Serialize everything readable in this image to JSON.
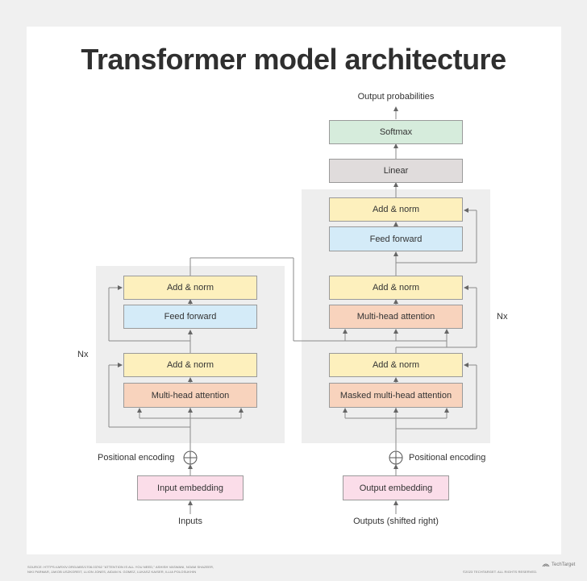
{
  "title": "Transformer model architecture",
  "encoder": {
    "add_norm_top": "Add & norm",
    "feed_forward": "Feed forward",
    "add_norm_bottom": "Add & norm",
    "attention": "Multi-head attention",
    "repeat": "Nx",
    "positional_encoding": "Positional encoding",
    "embedding": "Input embedding",
    "input": "Inputs"
  },
  "decoder": {
    "output": "Output probabilities",
    "softmax": "Softmax",
    "linear": "Linear",
    "add_norm_3": "Add & norm",
    "feed_forward": "Feed forward",
    "add_norm_2": "Add & norm",
    "attention": "Multi-head attention",
    "add_norm_1": "Add & norm",
    "masked_attention": "Masked multi-head attention",
    "repeat": "Nx",
    "positional_encoding": "Positional encoding",
    "embedding": "Output embedding",
    "input": "Outputs (shifted right)"
  },
  "footer": {
    "source_line1": "SOURCE: HTTPS://ARXIV.ORG/ABS/1706.03762 \"ATTENTION IS ALL YOU NEED,\" ASHISH VASWANI, NOAM SHAZEER,",
    "source_line2": "NIKI PARMAR, JAKOB USZKOREIT, LLION JONES, AIDAN N. GOMEZ, LUKASZ KAISER, ILLIA POLOSUKHIN",
    "copyright": "©2023 TECHTARGET. ALL RIGHTS RESERVED.",
    "brand": "TechTarget"
  },
  "colors": {
    "add_norm": "#fdf0bd",
    "feed_forward": "#d4ebf8",
    "attention": "#f8d3bd",
    "softmax": "#d6ecdc",
    "linear": "#e0dcdc",
    "embedding": "#fbdde9"
  }
}
